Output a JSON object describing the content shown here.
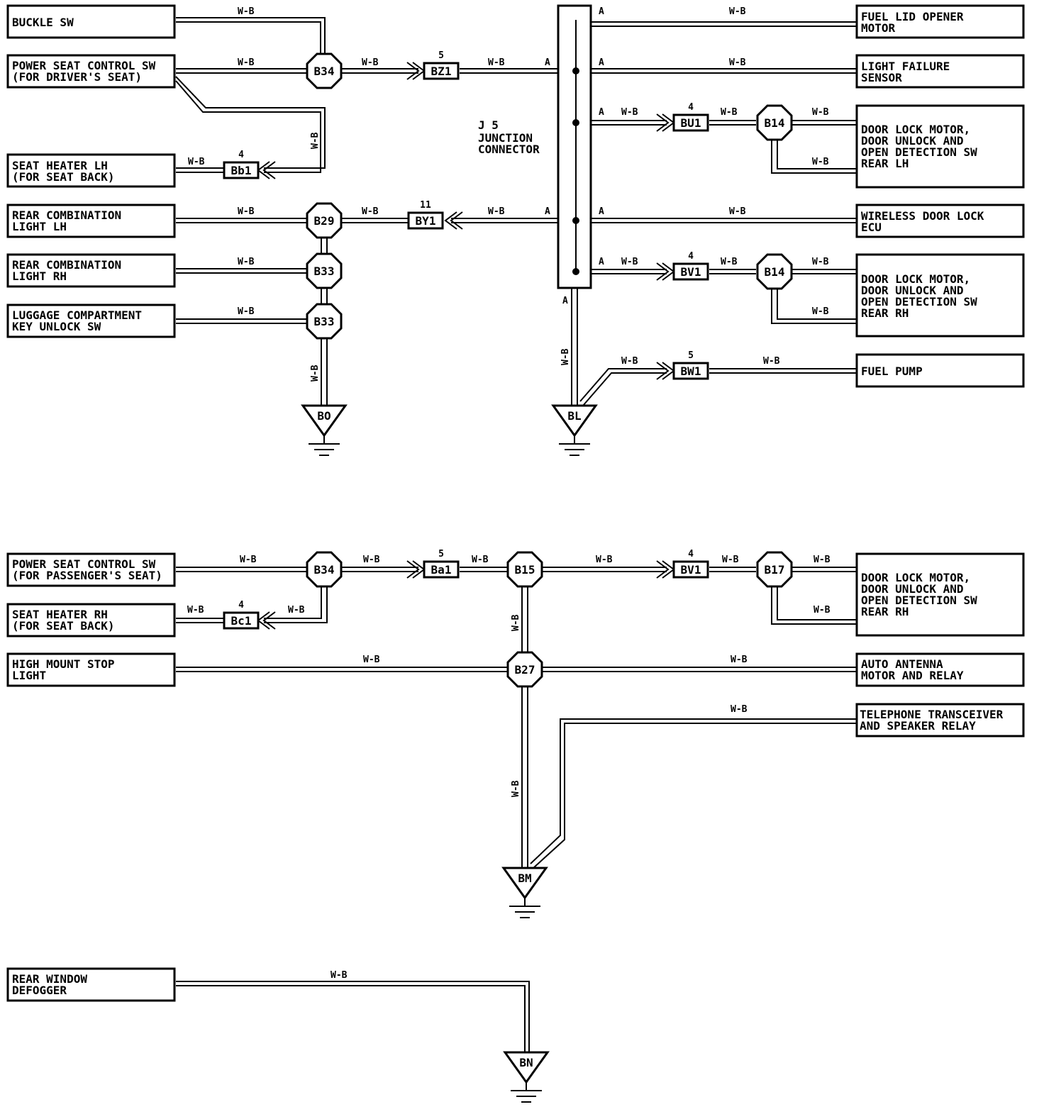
{
  "wire_color": "W-B",
  "components": {
    "buckle_sw": [
      "BUCKLE SW"
    ],
    "psc_driver": [
      "POWER SEAT CONTROL SW",
      "(FOR DRIVER'S SEAT)"
    ],
    "seat_heater_lh": [
      "SEAT HEATER LH",
      "(FOR SEAT BACK)"
    ],
    "rear_comb_lh": [
      "REAR COMBINATION",
      "LIGHT LH"
    ],
    "rear_comb_rh": [
      "REAR COMBINATION",
      "LIGHT RH"
    ],
    "luggage_sw": [
      "LUGGAGE COMPARTMENT",
      "KEY UNLOCK SW"
    ],
    "fuel_lid": [
      "FUEL LID OPENER",
      "MOTOR"
    ],
    "light_failure": [
      "LIGHT FAILURE",
      "SENSOR"
    ],
    "door_lock_lh": [
      "DOOR LOCK MOTOR,",
      "DOOR UNLOCK AND",
      "OPEN DETECTION SW",
      "REAR LH"
    ],
    "wireless_ecu": [
      "WIRELESS DOOR LOCK",
      "ECU"
    ],
    "door_lock_rh": [
      "DOOR LOCK MOTOR,",
      "DOOR UNLOCK AND",
      "OPEN DETECTION SW",
      "REAR RH"
    ],
    "fuel_pump": [
      "FUEL PUMP"
    ],
    "psc_passenger": [
      "POWER SEAT CONTROL SW",
      "(FOR PASSENGER'S SEAT)"
    ],
    "seat_heater_rh": [
      "SEAT HEATER RH",
      "(FOR SEAT BACK)"
    ],
    "high_mount": [
      "HIGH MOUNT STOP",
      "LIGHT"
    ],
    "door_lock_rh2": [
      "DOOR LOCK MOTOR,",
      "DOOR UNLOCK AND",
      "OPEN DETECTION SW",
      "REAR RH"
    ],
    "auto_antenna": [
      "AUTO ANTENNA",
      "MOTOR AND RELAY"
    ],
    "telephone": [
      "TELEPHONE TRANSCEIVER",
      "AND SPEAKER RELAY"
    ],
    "rear_defogger": [
      "REAR WINDOW",
      "DEFOGGER"
    ]
  },
  "junction": {
    "id": "J 5",
    "name": [
      "JUNCTION",
      "CONNECTOR"
    ],
    "pin": "A"
  },
  "splices": {
    "b34_top": "B34",
    "b29": "B29",
    "b33a": "B33",
    "b33b": "B33",
    "b14_top": "B14",
    "b14_bot": "B14",
    "b34_bot": "B34",
    "b15": "B15",
    "b27": "B27",
    "b17": "B17"
  },
  "connectors": {
    "bz1": {
      "id": "BZ1",
      "pins": "5"
    },
    "bb1": {
      "id": "Bb1",
      "pins": "4"
    },
    "by1": {
      "id": "BY1",
      "pins": "11"
    },
    "bu1": {
      "id": "BU1",
      "pins": "4"
    },
    "bv1_top": {
      "id": "BV1",
      "pins": "4"
    },
    "bw1": {
      "id": "BW1",
      "pins": "5"
    },
    "ba1": {
      "id": "Ba1",
      "pins": "5"
    },
    "bc1": {
      "id": "Bc1",
      "pins": "4"
    },
    "bv1_bot": {
      "id": "BV1",
      "pins": "4"
    }
  },
  "grounds": {
    "bo": "BO",
    "bl": "BL",
    "bm": "BM",
    "bn": "BN"
  }
}
